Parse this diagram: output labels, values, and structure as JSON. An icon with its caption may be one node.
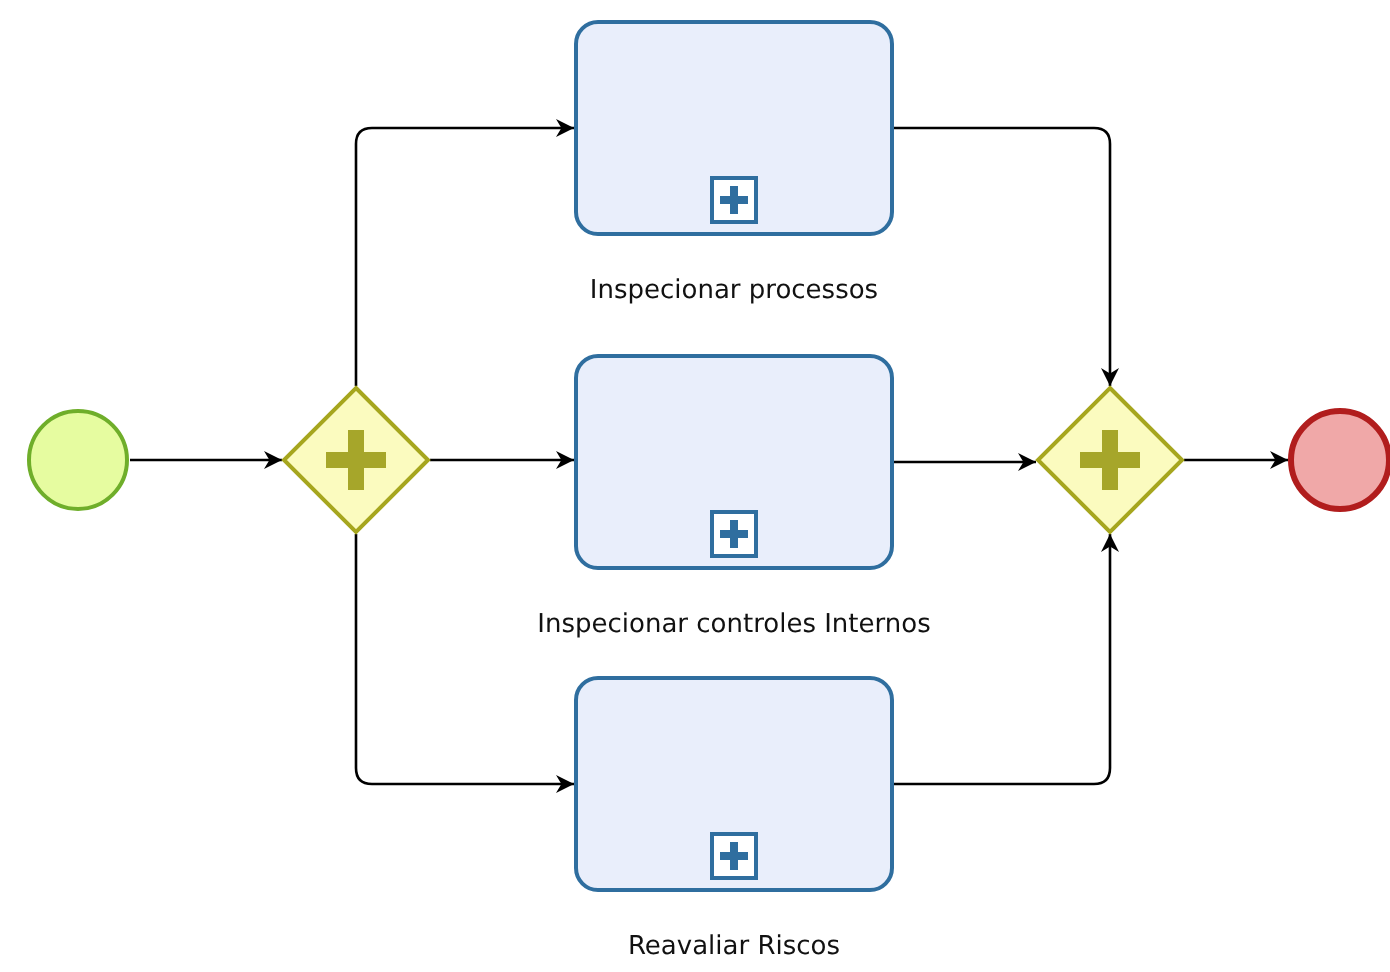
{
  "diagram": {
    "nodes": [
      {
        "text": [],
        "shape": "circle"
      },
      {
        "text": [],
        "shape": "diamond"
      },
      {
        "text": [
          "Inspecionar processos"
        ]
      },
      {
        "text": [
          "Inspecionar controles Internos"
        ]
      },
      {
        "text": [
          "Reavaliar Riscos"
        ]
      },
      {
        "text": [],
        "shape": "diamond"
      },
      {
        "text": [],
        "shape": "circle"
      }
    ],
    "edges": [
      {
        "from": 0,
        "to": 1,
        "arrow": "to"
      },
      {
        "from": 1,
        "to": 2,
        "arrow": "to"
      },
      {
        "from": 1,
        "to": 3,
        "arrow": "to"
      },
      {
        "from": 1,
        "to": 4,
        "arrow": "to"
      },
      {
        "from": 2,
        "to": 5,
        "arrow": "to"
      },
      {
        "from": 3,
        "to": 5,
        "arrow": "to"
      },
      {
        "from": 4,
        "to": 5,
        "arrow": "to"
      },
      {
        "from": 5,
        "to": 6,
        "arrow": "to"
      }
    ]
  }
}
